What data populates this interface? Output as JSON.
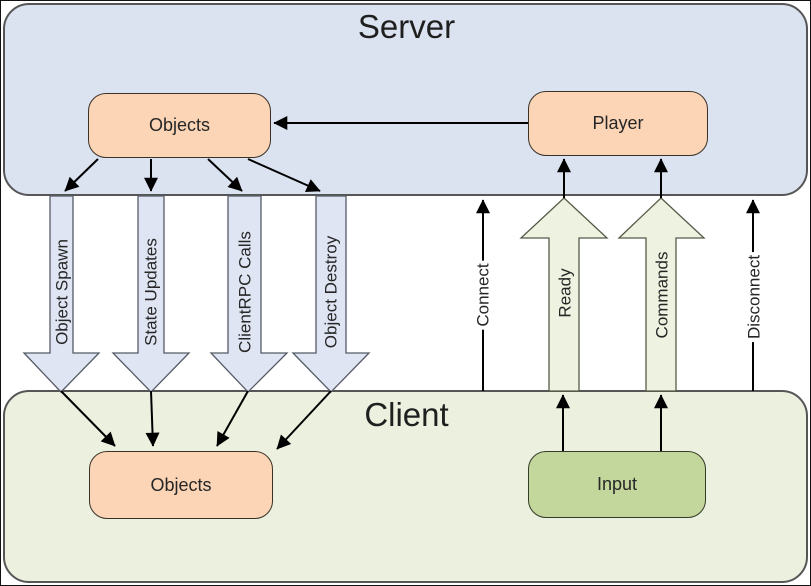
{
  "server": {
    "title": "Server",
    "nodes": {
      "objects": "Objects",
      "player": "Player"
    }
  },
  "client": {
    "title": "Client",
    "nodes": {
      "objects": "Objects",
      "input": "Input"
    }
  },
  "messages": {
    "server_to_client": [
      "Object Spawn",
      "State Updates",
      "ClientRPC Calls",
      "Object Destroy"
    ],
    "client_to_server": [
      "Ready",
      "Commands"
    ],
    "connection": [
      "Connect",
      "Disconnect"
    ]
  },
  "colors": {
    "server_fill": "#dbe2f0",
    "client_fill": "#ebf1de",
    "object_node_fill": "#fbd5b5",
    "input_node_fill": "#c3d69b",
    "down_arrow_fill": "#dfe5f3",
    "up_arrow_fill": "#eef2e0",
    "line_color": "#000000"
  }
}
